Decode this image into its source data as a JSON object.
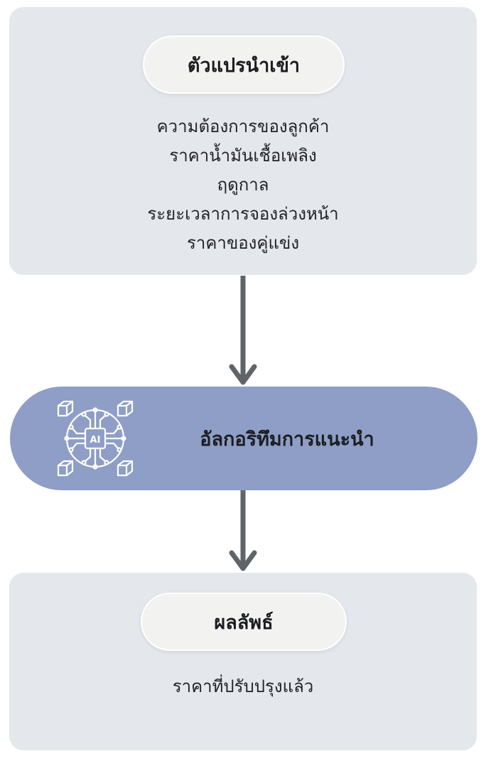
{
  "inputs": {
    "title": "ตัวแปรนำเข้า",
    "items": [
      "ความต้องการของลูกค้า",
      "ราคาน้ำมันเชื้อเพลิง",
      "ฤดูกาล",
      "ระยะเวลาการจองล่วงหน้า",
      "ราคาของคู่แข่ง"
    ]
  },
  "algorithm": {
    "label": "อัลกอริทึมการแนะนำ",
    "icon_name": "ai-chip-icon",
    "icon_text": "AI"
  },
  "output": {
    "title": "ผลลัพธ์",
    "text": "ราคาที่ปรับปรุงแล้ว"
  },
  "colors": {
    "panel": "#e4e7ec",
    "pill": "#f2f2f1",
    "algorithm_block": "#8e9ec6",
    "arrow": "#5f6468",
    "icon_stroke": "#ffffff"
  }
}
